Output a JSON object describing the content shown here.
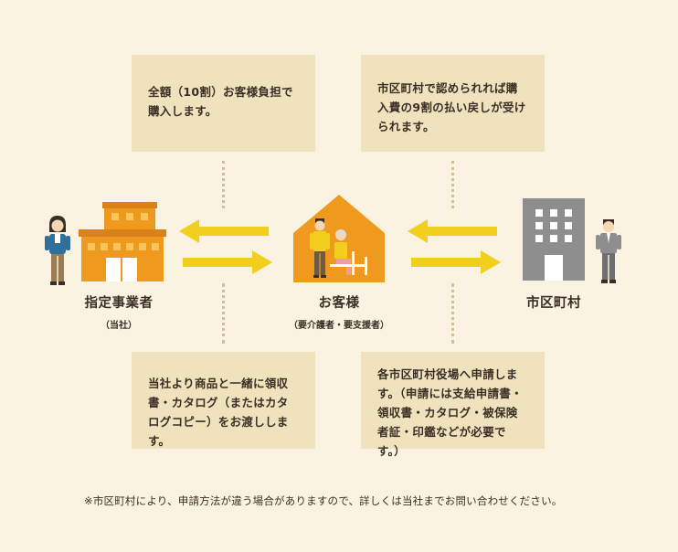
{
  "boxes": {
    "top_left": "全額（10割）お客様負担で購入します。",
    "top_right": "市区町村で認められれば購入費の9割の払い戻しが受けられます。",
    "bottom_left": "当社より商品と一緒に領収書・カタログ（またはカタログコピー）をお渡しします。",
    "bottom_right": "各市区町村役場へ申請します。（申請には支給申請書・領収書・カタログ・被保険者証・印鑑などが必要です。）"
  },
  "nodes": {
    "provider": {
      "name": "指定事業者",
      "sub": "（当社）"
    },
    "customer": {
      "name": "お客様",
      "sub": "（要介護者・要支援者）"
    },
    "municipality": {
      "name": "市区町村",
      "sub": ""
    }
  },
  "note": "※市区町村により、申請方法が違う場合がありますので、詳しくは当社までお問い合わせください。",
  "colors": {
    "background": "#fbf3e1",
    "box": "#efe2bc",
    "arrow": "#f2cf1f",
    "building_orange": "#ef9a1e",
    "building_gray": "#8e8e8e"
  },
  "icons": [
    "person-icon",
    "store-building-icon",
    "house-icon",
    "family-icon",
    "office-building-icon",
    "arrow-left-icon",
    "arrow-right-icon"
  ]
}
